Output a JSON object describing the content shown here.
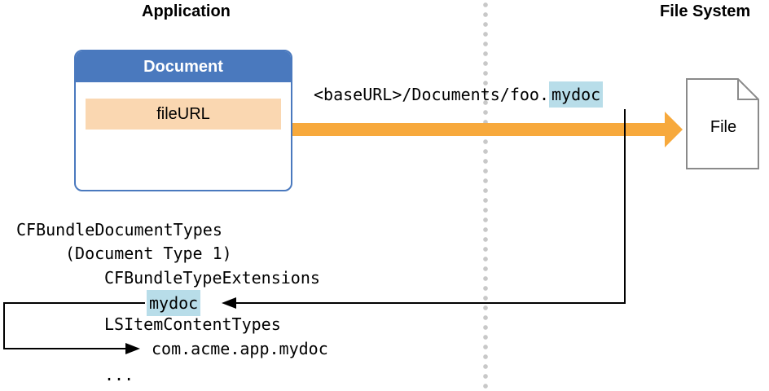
{
  "headings": {
    "application": "Application",
    "file_system": "File System"
  },
  "document_box": {
    "title": "Document",
    "property": "fileURL"
  },
  "url": {
    "prefix": "<baseURL>/Documents/foo.",
    "extension": "mydoc"
  },
  "file": {
    "label": "File"
  },
  "plist": {
    "document_types_key": "CFBundleDocumentTypes",
    "document_type_entry": "(Document Type 1)",
    "type_extensions_key": "CFBundleTypeExtensions",
    "extension_value": "mydoc",
    "content_types_key": "LSItemContentTypes",
    "content_type_value": "com.acme.app.mydoc",
    "ellipsis": "..."
  },
  "colors": {
    "document_blue": "#4a79be",
    "fileurl_fill": "#fad7b1",
    "arrow_orange": "#f7a93c",
    "highlight_blue": "#b8dde9",
    "divider_gray": "#c8c8c8"
  }
}
